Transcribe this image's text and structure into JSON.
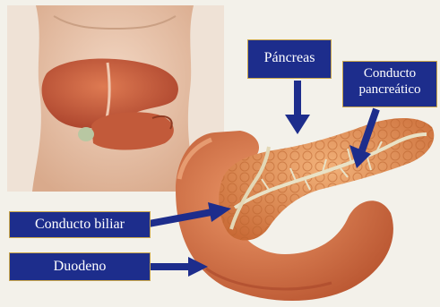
{
  "labels": {
    "pancreas": "Páncreas",
    "duct_line1": "Conducto",
    "duct_line2": "pancreático",
    "bile_duct": "Conducto biliar",
    "duodenum": "Duodeno"
  },
  "colors": {
    "label_bg": "#1d2d8c",
    "label_border": "#c9a64a",
    "arrow": "#1d2d8c",
    "pancreas": "#e08a4c",
    "duodenum": "#cf6a3c",
    "liver": "#c4563a",
    "skin": "#e8c3a8",
    "background": "#f3f1ea"
  }
}
